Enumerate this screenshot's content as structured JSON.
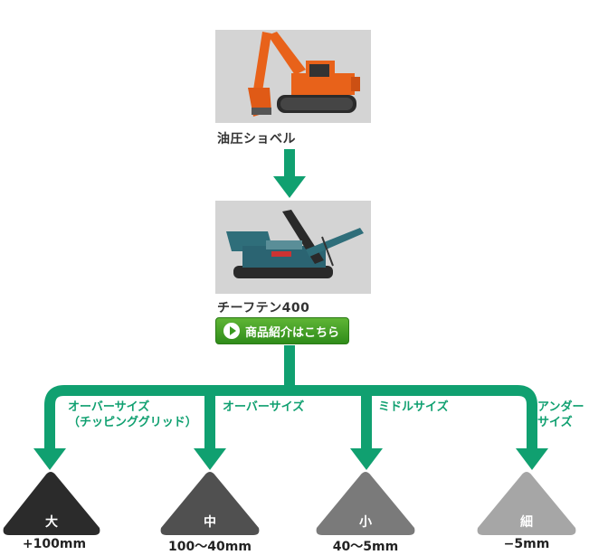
{
  "machines": [
    {
      "caption": "油圧ショベル"
    },
    {
      "caption": "チーフテン400"
    }
  ],
  "product_button": {
    "label": "商品紹介はこちら"
  },
  "branches": [
    {
      "line1": "オーバーサイズ",
      "line2": "（チッピンググリッド）"
    },
    {
      "line1": "オーバーサイズ"
    },
    {
      "line1": "ミドルサイズ"
    },
    {
      "line1": "アンダー",
      "line2": "サイズ"
    }
  ],
  "piles": [
    {
      "label": "大",
      "size": "+100mm",
      "color": "#2b2b2b"
    },
    {
      "label": "中",
      "size": "100〜40mm",
      "color": "#505050"
    },
    {
      "label": "小",
      "size": "40〜5mm",
      "color": "#7a7a7a"
    },
    {
      "label": "細",
      "size": "−5mm",
      "color": "#a6a6a6"
    }
  ],
  "colors": {
    "arrow": "#10a070",
    "button": "#3a9a20"
  }
}
